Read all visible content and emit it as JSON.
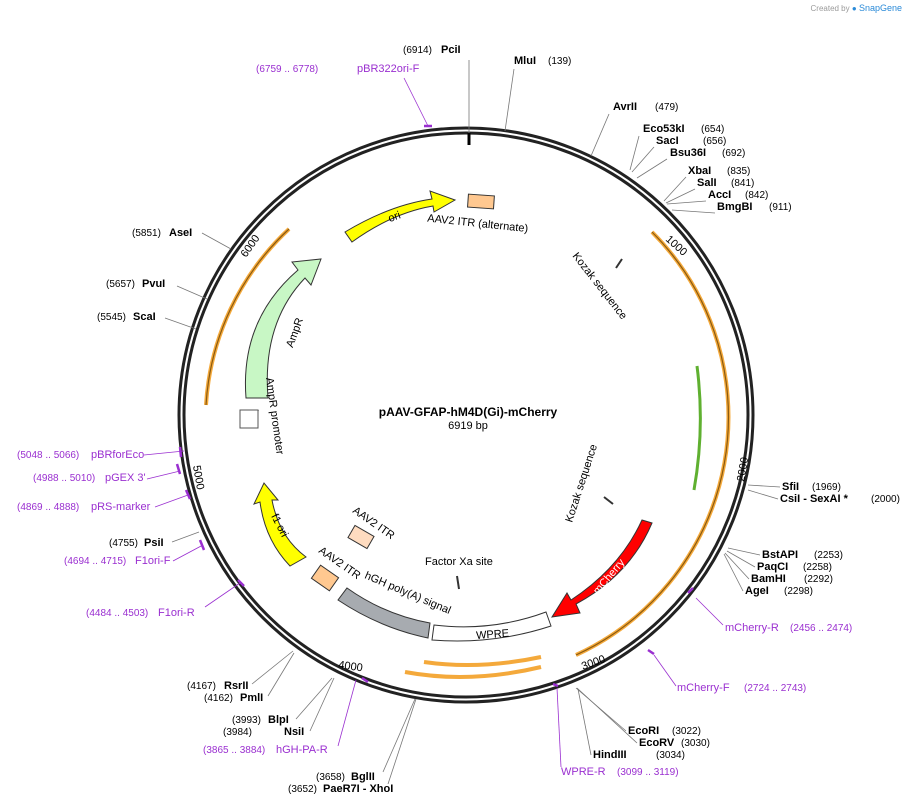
{
  "header": {
    "credit_prefix": "Created by",
    "credit_brand": "SnapGene"
  },
  "plasmid": {
    "name": "pAAV-GFAP-hM4D(Gi)-mCherry",
    "size_label": "6919 bp",
    "length": 6919
  },
  "colors": {
    "backbone": "#222222",
    "primer": "#9a2fd0",
    "ori": "#ffff00",
    "ampr": "#c8f7c5",
    "promoter": "#ffffff",
    "itr": "#ffc890",
    "polyA": "#a7abb0",
    "wpre": "#ffffff",
    "mcherry": "#ff0000",
    "orf": "#f4a93b",
    "green_orf": "#5fb030"
  },
  "ticks": [
    {
      "label": "1000"
    },
    {
      "label": "2000"
    },
    {
      "label": "3000"
    },
    {
      "label": "4000"
    },
    {
      "label": "5000"
    },
    {
      "label": "6000"
    }
  ],
  "sites": [
    {
      "name": "PciI",
      "pos": "(6914)"
    },
    {
      "name": "MluI",
      "pos": "(139)"
    },
    {
      "name": "AvrII",
      "pos": "(479)"
    },
    {
      "name": "Eco53kI",
      "pos": "(654)"
    },
    {
      "name": "SacI",
      "pos": "(656)"
    },
    {
      "name": "Bsu36I",
      "pos": "(692)"
    },
    {
      "name": "XbaI",
      "pos": "(835)"
    },
    {
      "name": "SalI",
      "pos": "(841)"
    },
    {
      "name": "AccI",
      "pos": "(842)"
    },
    {
      "name": "BmgBI",
      "pos": "(911)"
    },
    {
      "name": "SfiI",
      "pos": "(1969)"
    },
    {
      "name": "CsiI  - SexAI *",
      "pos": "(2000)"
    },
    {
      "name": "BstAPI",
      "pos": "(2253)"
    },
    {
      "name": "PaqCI",
      "pos": "(2258)"
    },
    {
      "name": "BamHI",
      "pos": "(2292)"
    },
    {
      "name": "AgeI",
      "pos": "(2298)"
    },
    {
      "name": "EcoRI",
      "pos": "(3022)"
    },
    {
      "name": "EcoRV",
      "pos": "(3030)"
    },
    {
      "name": "HindIII",
      "pos": "(3034)"
    },
    {
      "name": "BglII",
      "pos": "(3658)"
    },
    {
      "name": "PaeR7I  - XhoI",
      "pos": "(3652)"
    },
    {
      "name": "BlpI",
      "pos": "(3993)"
    },
    {
      "name": "NsiI",
      "pos": "(3984)"
    },
    {
      "name": "RsrII",
      "pos": "(4167)"
    },
    {
      "name": "PmlI",
      "pos": "(4162)"
    },
    {
      "name": "PsiI",
      "pos": "(4755)"
    },
    {
      "name": "ScaI",
      "pos": "(5545)"
    },
    {
      "name": "PvuI",
      "pos": "(5657)"
    },
    {
      "name": "AseI",
      "pos": "(5851)"
    }
  ],
  "primers": [
    {
      "name": "pBR322ori-F",
      "range": "(6759 .. 6778)"
    },
    {
      "name": "mCherry-R",
      "range": "(2456 .. 2474)"
    },
    {
      "name": "mCherry-F",
      "range": "(2724 .. 2743)"
    },
    {
      "name": "WPRE-R",
      "range": "(3099 .. 3119)"
    },
    {
      "name": "hGH-PA-R",
      "range": "(3865 .. 3884)"
    },
    {
      "name": "F1ori-R",
      "range": "(4484 .. 4503)"
    },
    {
      "name": "F1ori-F",
      "range": "(4694 .. 4715)"
    },
    {
      "name": "pRS-marker",
      "range": "(4869 .. 4888)"
    },
    {
      "name": "pGEX 3'",
      "range": "(4988 .. 5010)"
    },
    {
      "name": "pBRforEco",
      "range": "(5048 .. 5066)"
    }
  ],
  "features": {
    "ori": "ori",
    "itr_alt": "AAV2 ITR (alternate)",
    "kozak1": "Kozak sequence",
    "kozak2": "Kozak sequence",
    "ampr": "AmpR",
    "ampr_promoter": "AmpR promoter",
    "f1ori": "f1 ori",
    "itr1": "AAV2 ITR",
    "itr2": "AAV2 ITR",
    "factor_xa": "Factor Xa site",
    "hgh": "hGH poly(A) signal",
    "wpre": "WPRE",
    "mcherry": "mCherry"
  }
}
